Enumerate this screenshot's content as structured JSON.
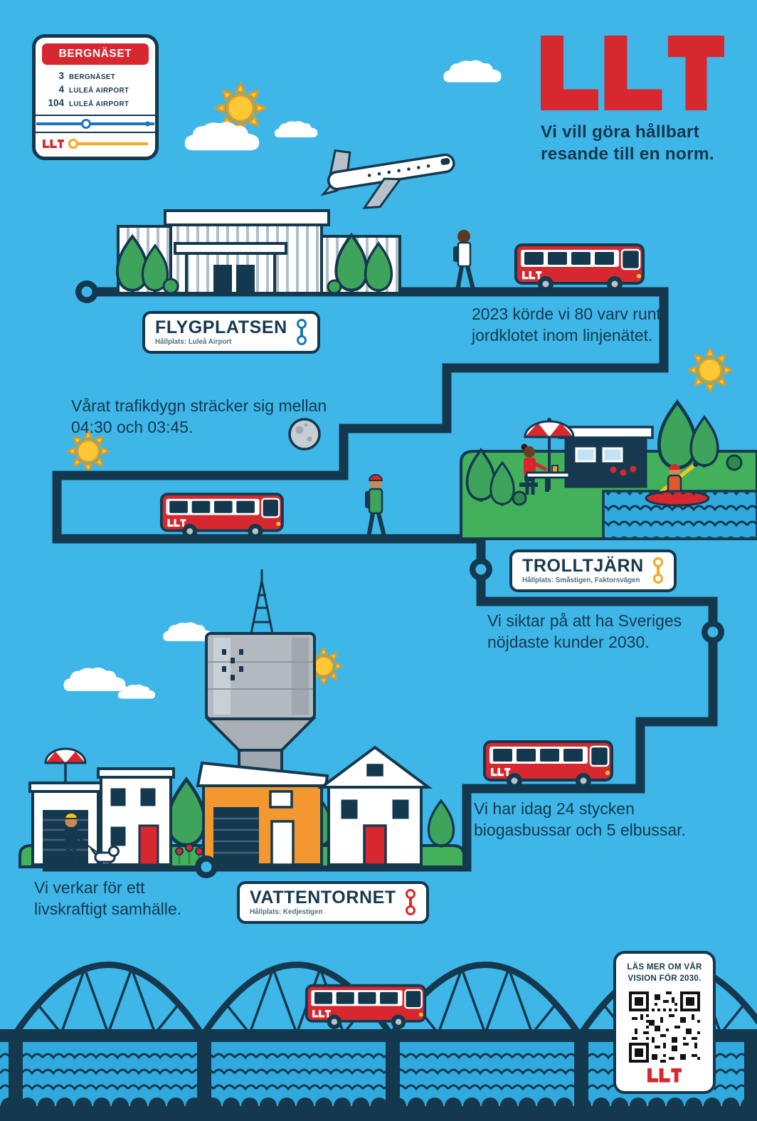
{
  "palette": {
    "sky": "#3EB7E8",
    "navy": "#14384E",
    "red": "#D7282F",
    "yellow": "#F5A81C",
    "blue_line": "#1B75BB",
    "green": "#43B05C"
  },
  "stop_sign": {
    "title": "BERGNÄSET",
    "rows": [
      {
        "line": "3",
        "dest": "BERGNÄSET"
      },
      {
        "line": "4",
        "dest": "LULEÅ AIRPORT"
      },
      {
        "line": "104",
        "dest": "LULEÅ AIRPORT"
      }
    ],
    "logo": "LLT"
  },
  "header": {
    "logo": "LLT",
    "tagline_line1": "Vi vill göra hållbart",
    "tagline_line2": "resande till en norm."
  },
  "stops": [
    {
      "name": "FLYGPLATSEN",
      "sub": "Hållplats: Luleå Airport",
      "accent": "#1B75BB"
    },
    {
      "name": "TROLLTJÄRN",
      "sub": "Hållplats: Småstigen, Faktorsvägen",
      "accent": "#F5A81C"
    },
    {
      "name": "VATTENTORNET",
      "sub": "Hållplats: Kedjestigen",
      "accent": "#D7282F"
    }
  ],
  "facts": {
    "fact1": "2023 körde vi 80 varv runt jordklotet inom linjenätet.",
    "fact2": "Vårat trafikdygn sträcker sig mellan 04:30 och 03:45.",
    "fact3": "Vi siktar på att ha Sveriges nöjdaste kunder 2030.",
    "fact4": "Vi har idag 24 stycken biogasbussar och 5 elbussar.",
    "fact5": "Vi verkar för ett livskraftigt samhälle."
  },
  "vision_card": {
    "line1": "LÄS MER OM VÅR",
    "line2": "VISION FÖR 2030.",
    "logo": "LLT"
  }
}
